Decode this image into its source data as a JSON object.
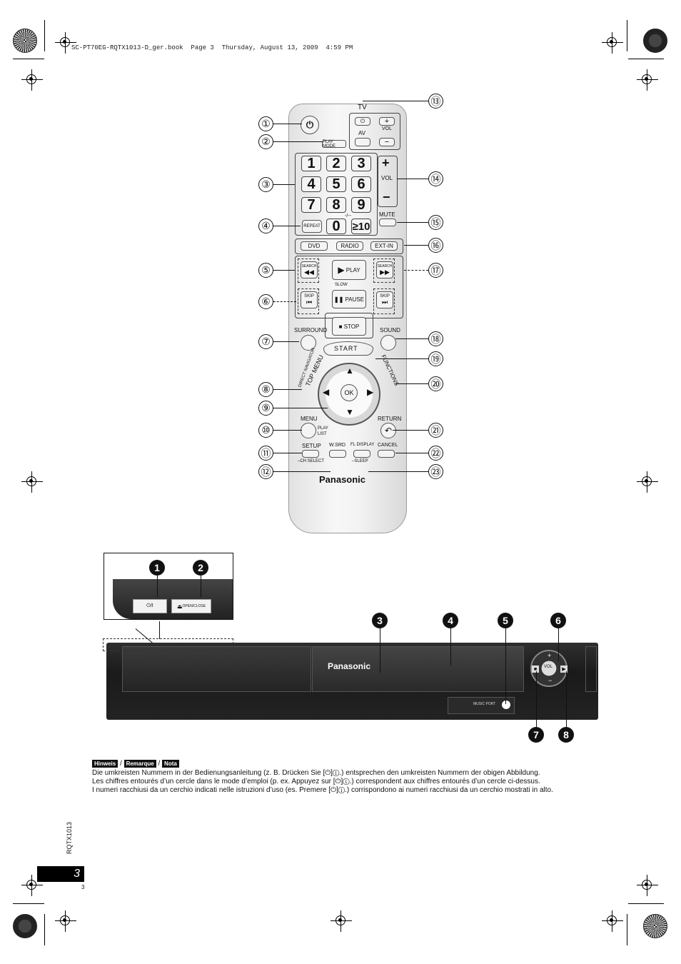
{
  "header": {
    "file_line": "SC-PT70EG-RQTX1013-D_ger.book  Page 3  Thursday, August 13, 2009  4:59 PM"
  },
  "remote": {
    "tv_label": "TV",
    "tv_av": "AV",
    "tv_vol": "VOL",
    "play_mode": "PLAY MODE",
    "numbers": [
      "1",
      "2",
      "3",
      "4",
      "5",
      "6",
      "7",
      "8",
      "9",
      "0"
    ],
    "ten_plus": "≥10",
    "dash_label": "-/--",
    "repeat": "REPEAT",
    "vol": "VOL",
    "mute": "MUTE",
    "sources": [
      "DVD",
      "RADIO",
      "EXT-IN"
    ],
    "search": "SEARCH",
    "play": "PLAY",
    "slow": "SLOW",
    "skip": "SKIP",
    "pause": "PAUSE",
    "stop": "STOP",
    "surround": "SURROUND",
    "sound": "SOUND",
    "start": "START",
    "direct_navigator": "DIRECT NAVIGATOR",
    "top_menu": "TOP MENU",
    "functions": "FUNCTIONS",
    "ok": "OK",
    "menu": "MENU",
    "play_list": "PLAY LIST",
    "return": "RETURN",
    "setup": "SETUP",
    "ch_select": "–CH SELECT",
    "w_srd": "W.SRD",
    "fl_display": "FL DISPLAY",
    "sleep": "–SLEEP",
    "cancel": "CANCEL",
    "brand": "Panasonic"
  },
  "remote_callouts": [
    "①",
    "②",
    "③",
    "④",
    "⑤",
    "⑥",
    "⑦",
    "⑧",
    "⑨",
    "⑩",
    "⑪",
    "⑫",
    "⑬",
    "⑭",
    "⑮",
    "⑯",
    "⑰",
    "⑱",
    "⑲",
    "⑳",
    "㉑",
    "㉒",
    "㉓"
  ],
  "unit": {
    "callouts": [
      "1",
      "2",
      "3",
      "4",
      "5",
      "6",
      "7",
      "8"
    ],
    "power_label": "⏻/I",
    "open_close": "OPEN/CLOSE",
    "brand": "Panasonic",
    "vol": "VOL",
    "music_port": "MUSIC PORT"
  },
  "notes": {
    "labels": [
      "Hinweis",
      "Remarque",
      "Nota"
    ],
    "separator": "/",
    "lines": [
      "Die umkreisten Nummern in der Bedienungsanleitung (z. B. Drücken Sie [⏻]①.) entsprechen den umkreisten Nummern der obigen Abbildung.",
      "Les chiffres entourés d’un cercle dans le mode d’emploi (p. ex. Appuyez sur [⏻]①.) correspondent aux chiffres entourés d’un cercle ci-dessus.",
      "I numeri racchiusi da un cerchio indicati nelle istruzioni d’uso (es. Premere [⏻]①.) corrispondono ai numeri racchiusi da un cerchio mostrati in alto."
    ]
  },
  "footer": {
    "doc_code": "RQTX1013",
    "page_number": "3",
    "page_small": "3"
  }
}
